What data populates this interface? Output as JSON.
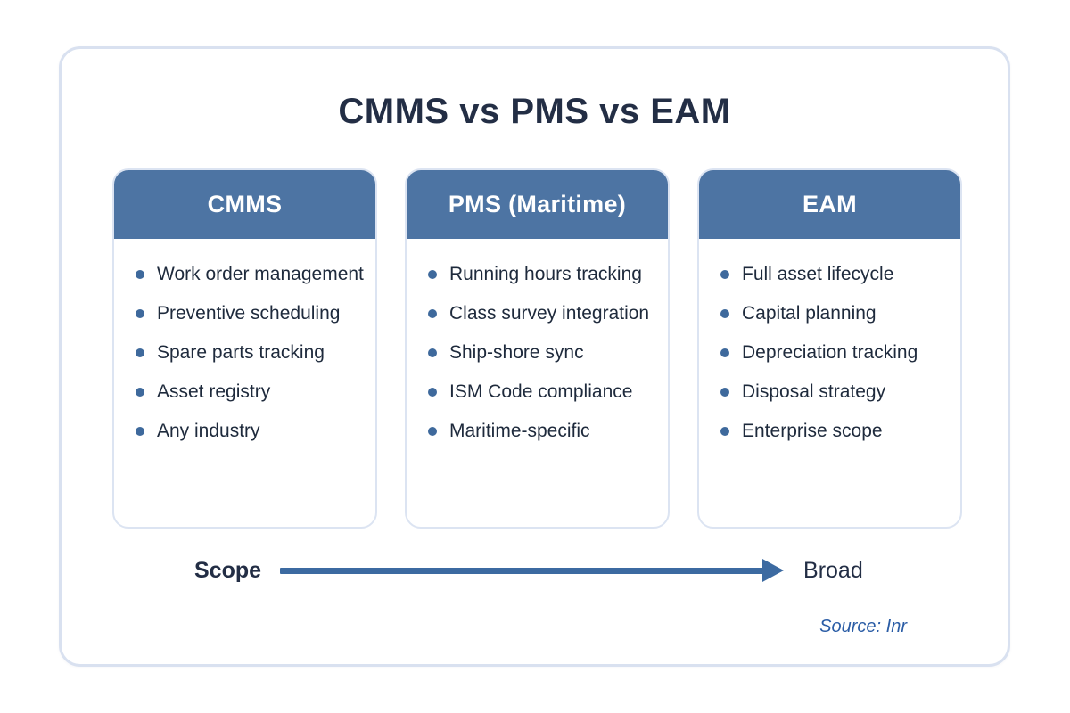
{
  "title": "CMMS vs PMS vs EAM",
  "columns": [
    {
      "header": "CMMS",
      "items": [
        "Work order management",
        "Preventive scheduling",
        "Spare parts tracking",
        "Asset registry",
        "Any industry"
      ]
    },
    {
      "header": "PMS (Maritime)",
      "items": [
        "Running hours tracking",
        "Class survey integration",
        "Ship-shore sync",
        "ISM Code compliance",
        "Maritime-specific"
      ]
    },
    {
      "header": "EAM",
      "items": [
        "Full asset lifecycle",
        "Capital planning",
        "Depreciation tracking",
        "Disposal strategy",
        "Enterprise scope"
      ]
    }
  ],
  "scope_axis": {
    "left_label": "Scope",
    "right_label": "Broad"
  },
  "source": "Source: Inr",
  "colors": {
    "header_blue": "#4d74a3",
    "bullet_blue": "#3e699c",
    "arrow_blue": "#3c6aa1",
    "text_dark": "#1e2a3c",
    "title_dark": "#232e45",
    "card_border": "#d9e1f0",
    "column_border": "#dce4f2",
    "source_blue": "#2b5da6",
    "background": "#ffffff"
  }
}
